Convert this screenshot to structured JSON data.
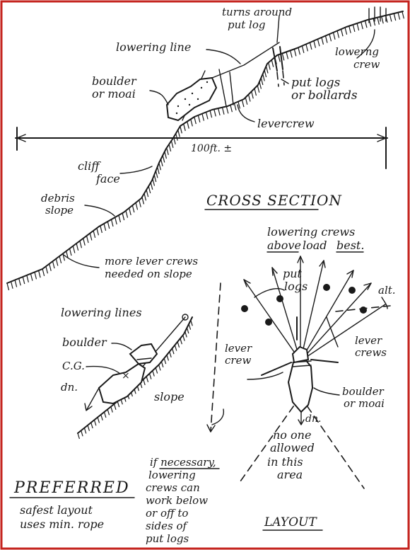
{
  "frame_color": "#c4241f",
  "ink_color": "#1a1a1a",
  "cross_section": {
    "title": "CROSS SECTION",
    "labels": {
      "turns_around": [
        "turns around",
        "put log"
      ],
      "lowering_line": "lowering line",
      "lowering_crew": [
        "lowerng",
        "crew"
      ],
      "boulder": [
        "boulder",
        "or moai"
      ],
      "put_logs": [
        "put logs",
        "or bollards"
      ],
      "lever_crew": "levercrew",
      "distance": "100ft. ±",
      "cliff_face": [
        "cliff",
        "face"
      ],
      "debris_slope": [
        "debris",
        "slope"
      ],
      "more_lever_crews": [
        "more lever crews",
        "needed on slope"
      ]
    }
  },
  "detail": {
    "lowering_lines": "lowering lines",
    "boulder": "boulder",
    "cg": "C.G.",
    "dn": "dn.",
    "slope": "slope",
    "preferred": "PREFERRED",
    "note": [
      "safest layout",
      "uses min. rope"
    ]
  },
  "layout": {
    "title": "LAYOUT",
    "header": [
      "lowering crews",
      "above",
      "load",
      "best."
    ],
    "put_logs": [
      "put",
      "logs"
    ],
    "alt": "alt.",
    "lever_crew_left": [
      "lever",
      "crew"
    ],
    "lever_crews_right": [
      "lever",
      "crews"
    ],
    "boulder": [
      "boulder",
      "or moai"
    ],
    "dn": "dn.",
    "no_one": [
      "no one",
      "allowed",
      "in this",
      "area"
    ],
    "if_necessary": [
      "if necessary,",
      "lowering",
      "crews can",
      "work below",
      "or off to",
      "sides of",
      "put logs"
    ]
  }
}
